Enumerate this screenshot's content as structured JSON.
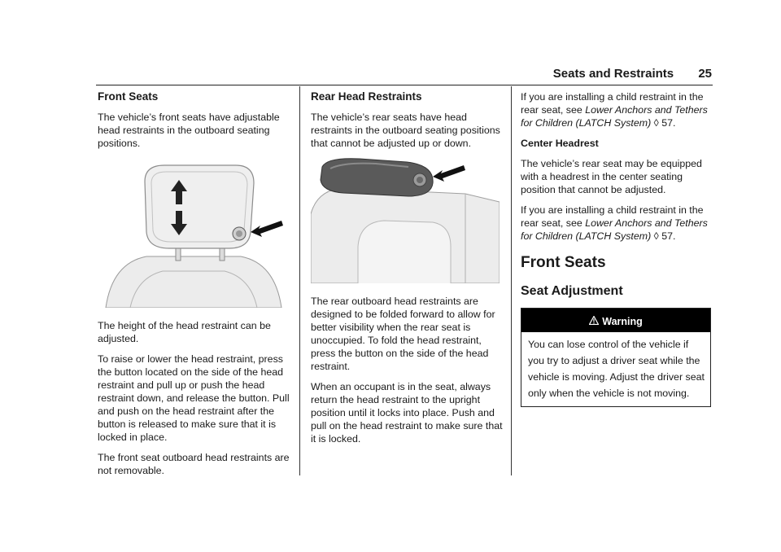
{
  "header": {
    "section": "Seats and Restraints",
    "page": "25"
  },
  "col1": {
    "heading": "Front Seats",
    "intro": "The vehicle’s front seats have adjustable head restraints in the outboard seating positions.",
    "p1": "The height of the head restraint can be adjusted.",
    "p2": "To raise or lower the head restraint, press the button located on the side of the head restraint and pull up or push the head restraint down, and release the button. Pull and push on the head restraint after the button is released to make sure that it is locked in place.",
    "p3": "The front seat outboard head restraints are not removable."
  },
  "col2": {
    "heading": "Rear Head Restraints",
    "intro": "The vehicle’s rear seats have head restraints in the outboard seating positions that cannot be adjusted up or down.",
    "p1": "The rear outboard head restraints are designed to be folded forward to allow for better visibility when the rear seat is unoccupied. To fold the head restraint, press the button on the side of the head restraint.",
    "p2": "When an occupant is in the seat, always return the head restraint to the upright position until it locks into place. Push and pull on the head restraint to make sure that it is locked."
  },
  "col3": {
    "p1_pre": "If you are installing a child restraint in the rear seat, see ",
    "p1_link": "Lower Anchors and Tethers for Children (LATCH System)",
    "p1_ref": " ◊ 57.",
    "subheading": "Center Headrest",
    "p2": "The vehicle’s rear seat may be equipped with a headrest in the center seating position that cannot be adjusted.",
    "p3_pre": "If you are installing a child restraint in the rear seat, see ",
    "p3_link": "Lower Anchors and Tethers for Children (LATCH System)",
    "p3_ref": " ◊ 57.",
    "big_heading": "Front Seats",
    "mid_heading": "Seat Adjustment",
    "warning_icon": "warning-triangle-icon",
    "warning_title": "Warning",
    "warning_text": "You can lose control of the vehicle if you try to adjust a driver seat while the vehicle is moving. Adjust the driver seat only when the vehicle is not moving."
  }
}
